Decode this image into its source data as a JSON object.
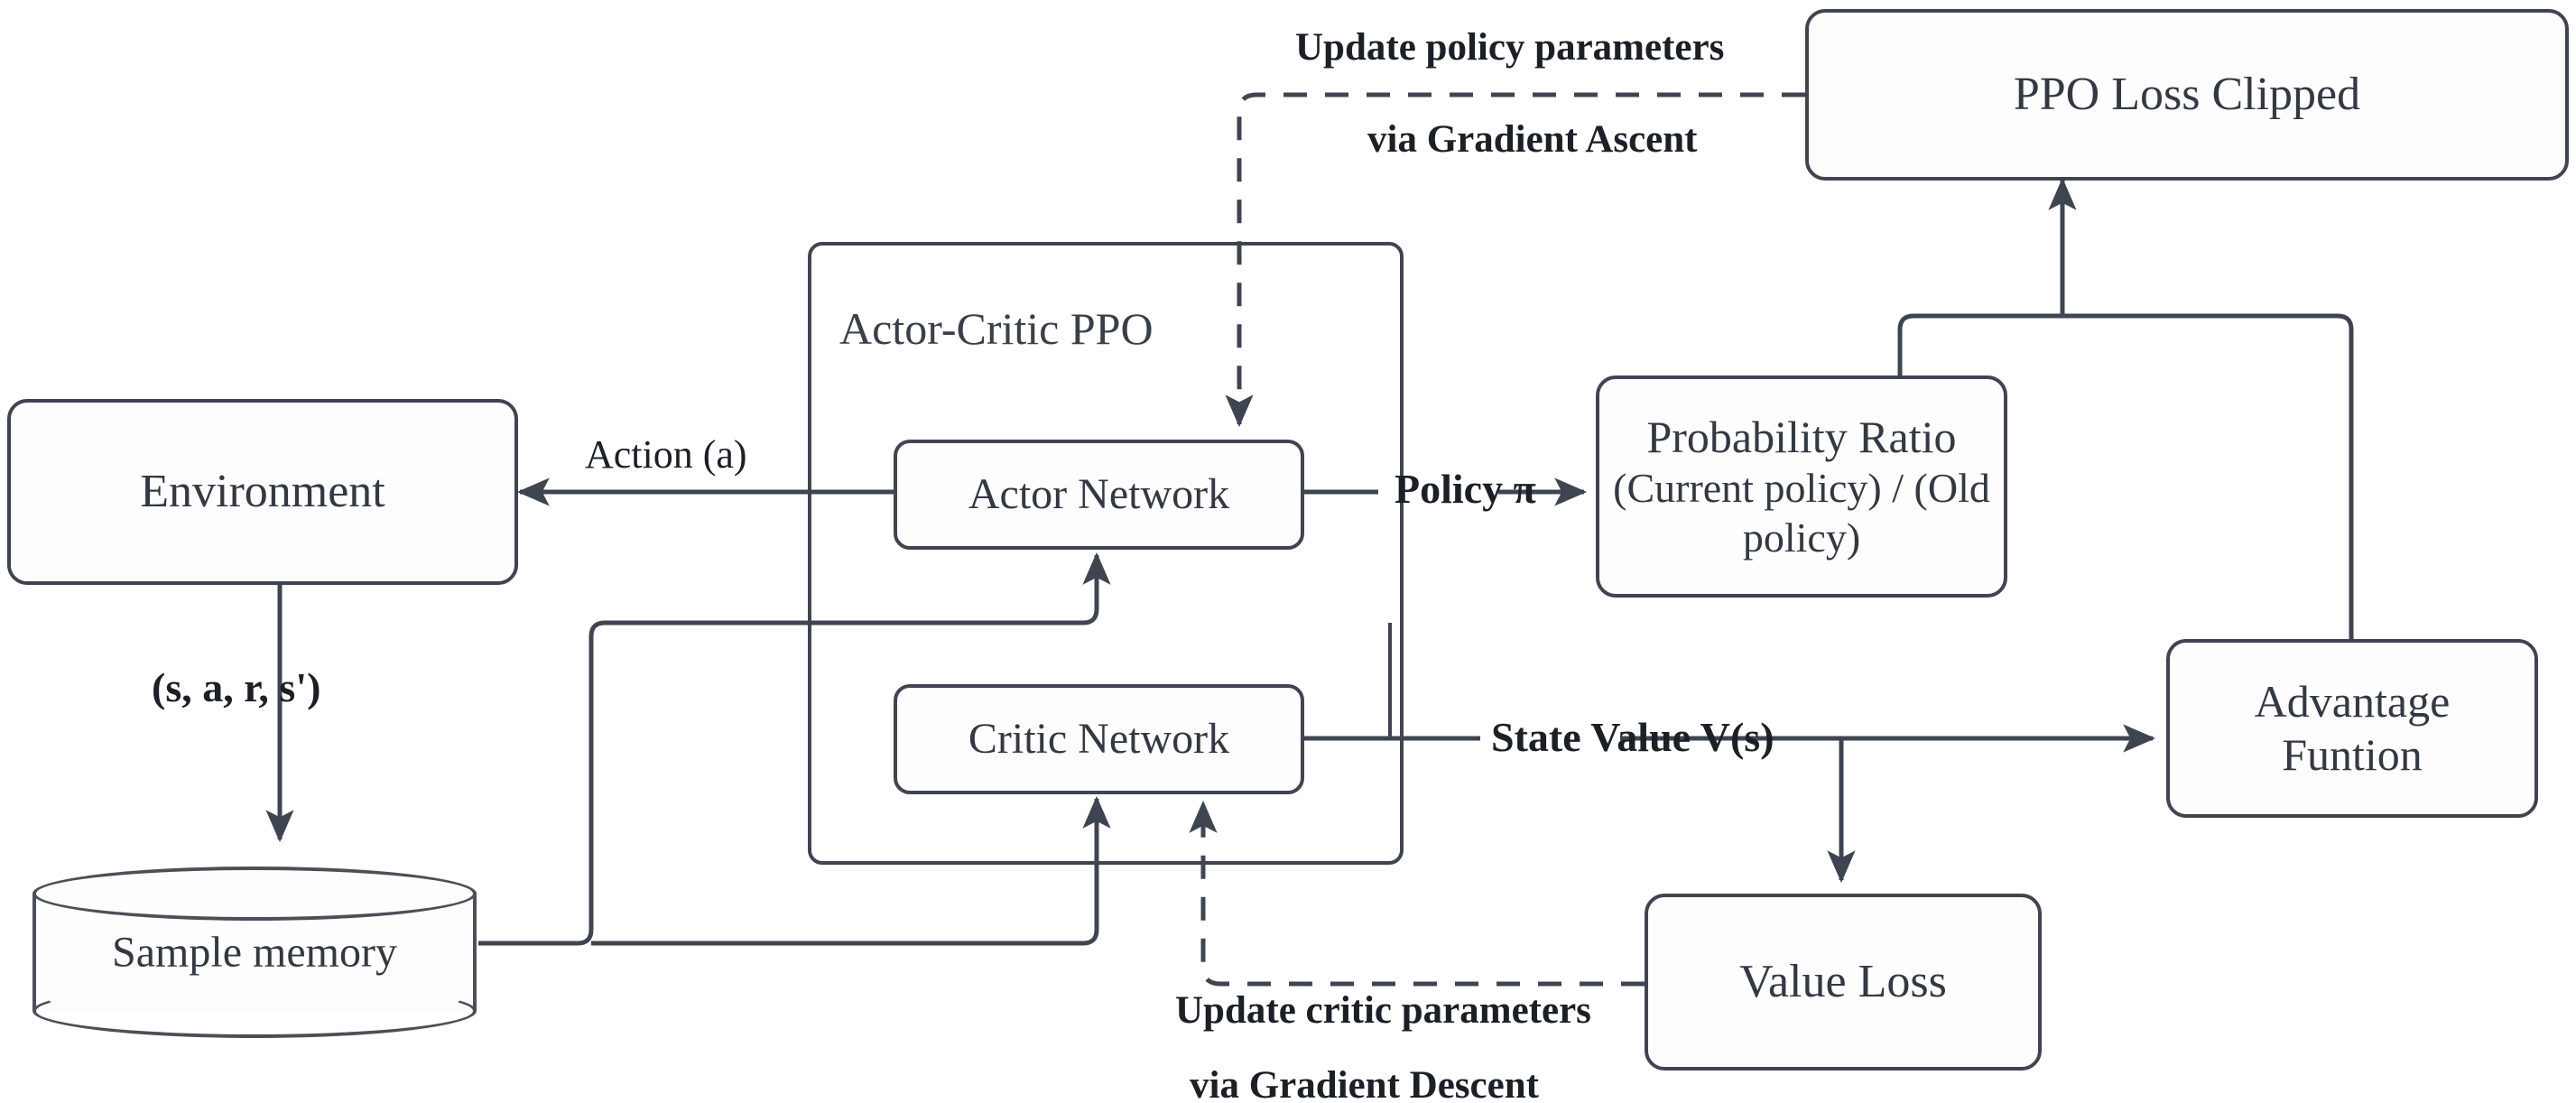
{
  "diagram": {
    "title": "Actor-Critic PPO reinforcement learning architecture",
    "stroke_color": "#3f4550",
    "text_color": "#333942",
    "background": "#ffffff"
  },
  "group": {
    "label": "Actor-Critic PPO",
    "name": "actor-critic-ppo-group"
  },
  "nodes": {
    "environment": {
      "label": "Environment",
      "shape": "rounded-rect"
    },
    "sample_memory": {
      "label": "Sample memory",
      "shape": "cylinder"
    },
    "actor_network": {
      "label": "Actor Network",
      "shape": "rounded-rect"
    },
    "critic_network": {
      "label": "Critic Network",
      "shape": "rounded-rect"
    },
    "probability_ratio": {
      "label_line1": "Probability Ratio",
      "label_line2": "(Current policy) / (Old policy)",
      "shape": "rounded-rect"
    },
    "ppo_loss_clipped": {
      "label": "PPO Loss Clipped",
      "shape": "rounded-rect"
    },
    "advantage_function": {
      "label_line1": "Advantage",
      "label_line2": "Funtion",
      "shape": "rounded-rect"
    },
    "value_loss": {
      "label": "Value Loss",
      "shape": "rounded-rect"
    }
  },
  "edge_labels": {
    "action": "Action (a)",
    "transition_tuple": "(s, a, r, s')",
    "policy_pi": "Policy π",
    "state_value": "State Value V(s)",
    "update_policy_line1": "Update policy parameters",
    "update_policy_line2": "via Gradient Ascent",
    "update_critic_line1": "Update critic parameters",
    "update_critic_line2": "via Gradient Descent"
  },
  "edges": [
    {
      "from": "actor_network",
      "to": "environment",
      "label": "Action (a)",
      "style": "solid",
      "arrow": "to"
    },
    {
      "from": "environment",
      "to": "sample_memory",
      "label": "(s, a, r, s')",
      "style": "solid",
      "arrow": "to"
    },
    {
      "from": "sample_memory",
      "to": "actor_network",
      "label": "",
      "style": "solid",
      "arrow": "to"
    },
    {
      "from": "sample_memory",
      "to": "critic_network",
      "label": "",
      "style": "solid",
      "arrow": "to"
    },
    {
      "from": "actor_network",
      "to": "probability_ratio",
      "label": "Policy π",
      "style": "solid",
      "arrow": "to"
    },
    {
      "from": "critic_network",
      "to": "advantage_function",
      "label": "State Value V(s)",
      "style": "solid",
      "arrow": "to"
    },
    {
      "from": "critic_network",
      "to": "value_loss",
      "label": "",
      "style": "solid",
      "arrow": "to"
    },
    {
      "from": "probability_ratio",
      "to": "ppo_loss_clipped",
      "label": "",
      "style": "solid",
      "arrow": "to"
    },
    {
      "from": "advantage_function",
      "to": "ppo_loss_clipped",
      "label": "",
      "style": "solid",
      "arrow": "to"
    },
    {
      "from": "ppo_loss_clipped",
      "to": "actor_network",
      "label": "Update policy parameters via Gradient Ascent",
      "style": "dashed",
      "arrow": "to"
    },
    {
      "from": "value_loss",
      "to": "critic_network",
      "label": "Update critic parameters via Gradient Descent",
      "style": "dashed",
      "arrow": "to"
    }
  ]
}
